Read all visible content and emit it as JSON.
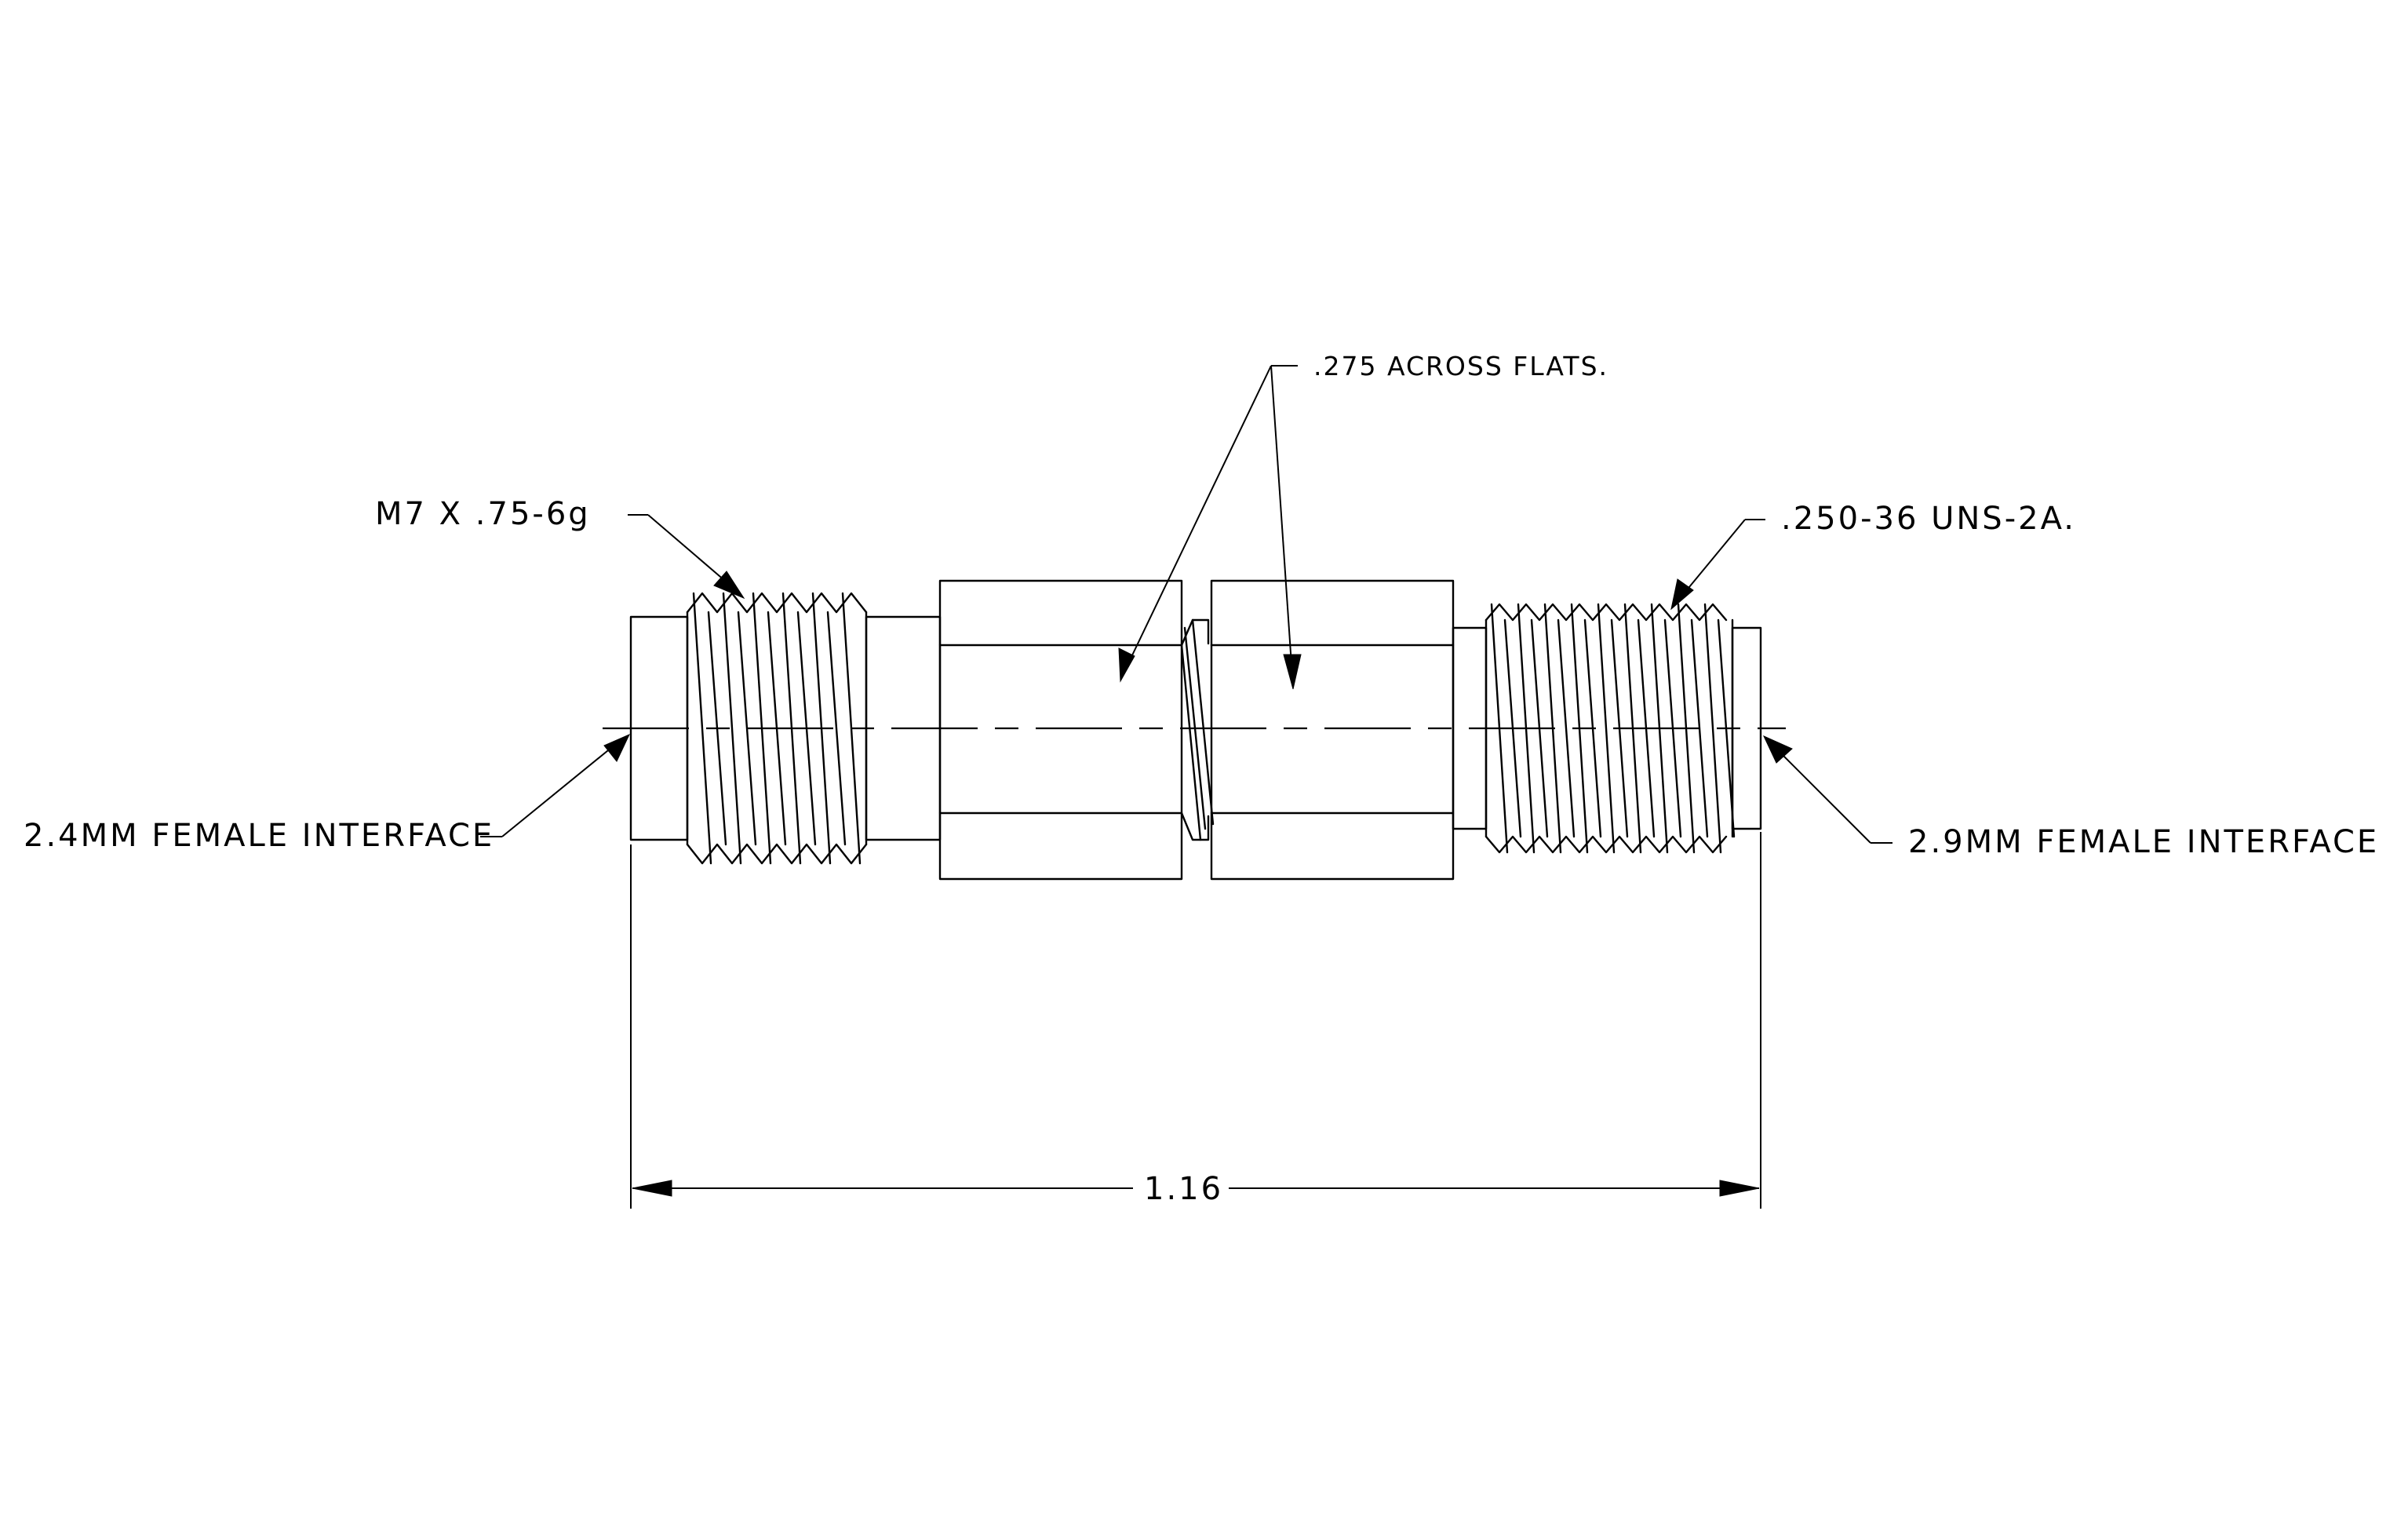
{
  "labels": {
    "hex_callout": ".275 ACROSS FLATS.",
    "left_thread": "M7 X .75-6g",
    "right_thread": ".250-36 UNS-2A.",
    "left_interface": "2.4MM FEMALE INTERFACE",
    "right_interface": "2.9MM FEMALE INTERFACE",
    "overall_length": "1.16"
  },
  "colors": {
    "line": "#000000",
    "background": "#ffffff"
  }
}
